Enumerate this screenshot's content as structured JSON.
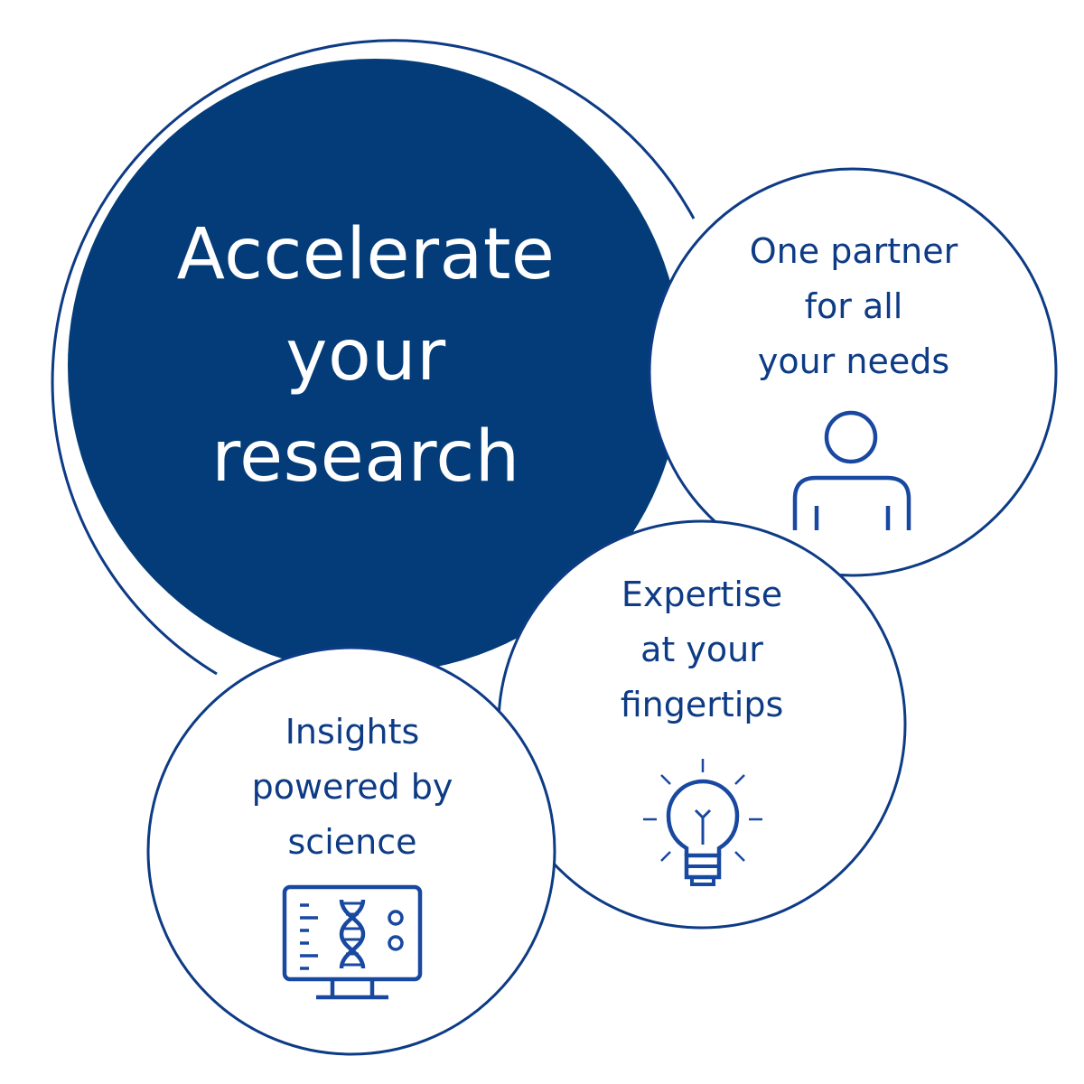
{
  "colors": {
    "primary_navy": "#033c78",
    "stroke_blue": "#0d3b85",
    "icon_blue": "#1848a0",
    "background": "#ffffff"
  },
  "main": {
    "line1": "Accelerate",
    "line2": "your",
    "line3": "research"
  },
  "bubbles": [
    {
      "line1": "One partner",
      "line2": "for all",
      "line3": "your needs",
      "icon": "person-icon"
    },
    {
      "line1": "Expertise",
      "line2": "at your",
      "line3": "fingertips",
      "icon": "lightbulb-icon"
    },
    {
      "line1": "Insights",
      "line2": "powered by",
      "line3": "science",
      "icon": "monitor-dna-icon"
    }
  ]
}
